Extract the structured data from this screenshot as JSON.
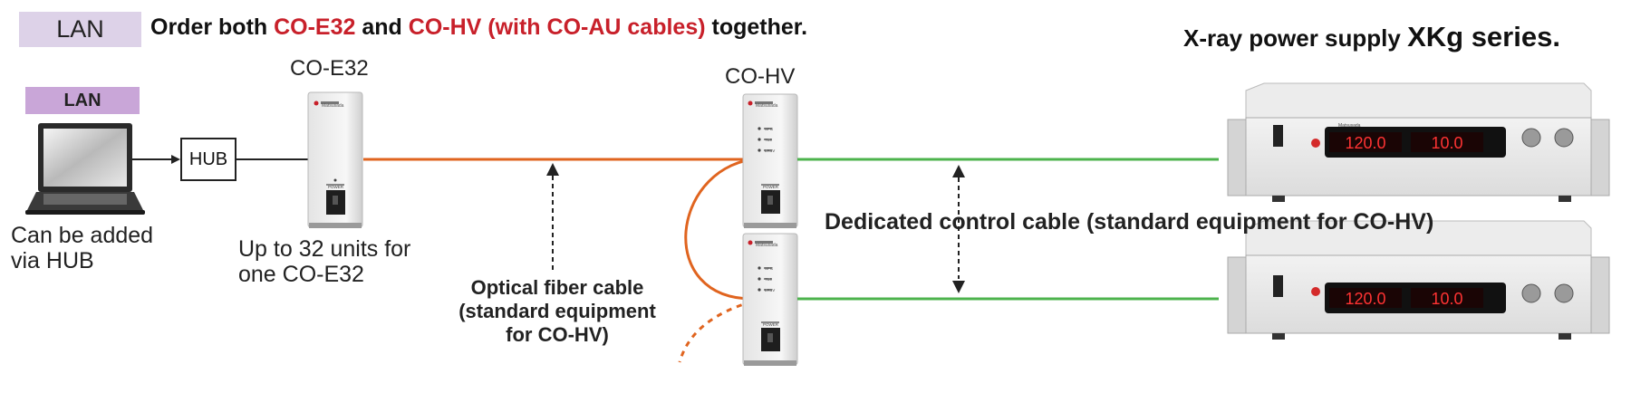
{
  "header": {
    "lan_tag": "LAN",
    "order_prefix": "Order both ",
    "order_model_1": "CO-E32",
    "order_and": " and ",
    "order_model_2": "CO-HV (with CO-AU cables)",
    "order_suffix": " together.",
    "series_prefix": "X-ray power supply ",
    "series_name": "XKg series.",
    "accent_red": "#c8202a"
  },
  "pc": {
    "lan_label": "LAN",
    "note_line1": "Can be added",
    "note_line2": "via HUB"
  },
  "hub": {
    "label": "HUB"
  },
  "coe32": {
    "title": "CO-E32",
    "note_line1": "Up to 32 units for",
    "note_line2": "one CO-E32",
    "brand": "Matsusada",
    "power_label": "POWER"
  },
  "cohv": {
    "title": "CO-HV",
    "brand": "Matsusada",
    "indicators": [
      "SFG",
      "TL4",
      "LR1V"
    ],
    "power_label": "POWER"
  },
  "optical_cable": {
    "line1": "Optical fiber cable",
    "line2": "(standard equipment",
    "line3": "for CO-HV)",
    "color": "#e0641f"
  },
  "control_cable": {
    "label": "Dedicated control cable (standard equipment for CO-HV)",
    "color": "#4cb34c"
  },
  "power_supply": {
    "brand": "Matsusada",
    "display_1": "120.0",
    "display_2": "10.0"
  }
}
